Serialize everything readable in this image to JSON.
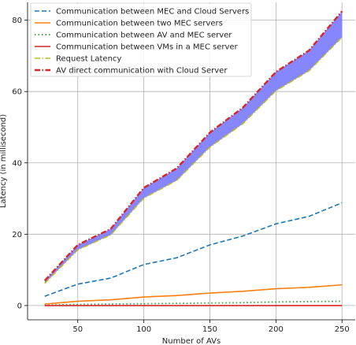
{
  "chart_data": {
    "type": "line",
    "xlabel": "Number of AVs",
    "ylabel": "Latency (in millisecond)",
    "xlim": [
      12,
      260
    ],
    "ylim": [
      -4,
      85
    ],
    "xticks": [
      50,
      100,
      150,
      200,
      250
    ],
    "yticks": [
      0,
      20,
      40,
      60,
      80
    ],
    "grid": true,
    "legend": "top-left",
    "x": [
      25,
      50,
      75,
      100,
      125,
      150,
      175,
      200,
      225,
      250
    ],
    "series": [
      {
        "name": "Communication between MEC and Cloud Servers",
        "color": "#1f77b4",
        "style": "dashed",
        "values": [
          2.6,
          6.0,
          7.7,
          11.5,
          13.4,
          17.0,
          19.5,
          22.9,
          25.0,
          28.8
        ]
      },
      {
        "name": "Communication between two MEC servers",
        "color": "#ff7f0e",
        "style": "solid",
        "values": [
          0.4,
          1.2,
          1.6,
          2.4,
          2.8,
          3.5,
          4.0,
          4.7,
          5.1,
          5.8
        ]
      },
      {
        "name": "Communication between AV and MEC server",
        "color": "#2ca02c",
        "style": "dotted",
        "values": [
          0.1,
          0.3,
          0.4,
          0.5,
          0.6,
          0.7,
          0.8,
          1.0,
          1.1,
          1.2
        ]
      },
      {
        "name": "Communication between VMs in a MEC server",
        "color": "#d62728",
        "style": "solid",
        "values": [
          0.0,
          0.0,
          0.0,
          0.0,
          0.0,
          0.0,
          0.0,
          0.0,
          0.0,
          0.0
        ]
      },
      {
        "name": "Request Latency",
        "color": "#bcbd22",
        "style": "dashdot",
        "values": [
          6.2,
          15.6,
          19.8,
          30.1,
          35.1,
          44.4,
          51.0,
          60.2,
          65.8,
          75.2
        ]
      },
      {
        "name": "AV direct communication with Cloud Server",
        "color": "#d62728",
        "style": "dashdot-thick",
        "values": [
          7.0,
          17.0,
          21.5,
          33.0,
          38.5,
          48.5,
          55.5,
          65.5,
          71.5,
          82.5
        ]
      }
    ],
    "fill_between": {
      "series": [
        "Request Latency",
        "AV direct communication with Cloud Server"
      ],
      "color": "#8080ff"
    }
  }
}
